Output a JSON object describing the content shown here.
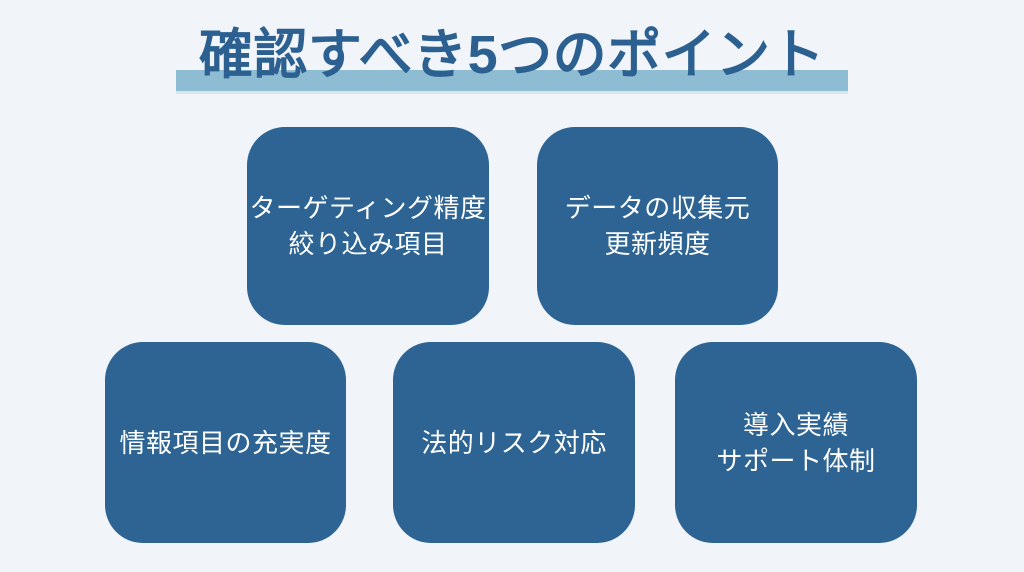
{
  "title": {
    "text": "確認すべき5つのポイント"
  },
  "colors": {
    "background": "#f1f5f9",
    "card_fill": "#2d6493",
    "card_text": "#ffffff",
    "title_text": "#2c6090",
    "highlight_bar": "#8dbcd3",
    "highlight_bar_edge": "#d9e6ee"
  },
  "cards": [
    {
      "id": "targeting-accuracy",
      "lines": [
        "ターゲティング精度",
        "絞り込み項目"
      ]
    },
    {
      "id": "data-source",
      "lines": [
        "データの収集元",
        "更新頻度"
      ]
    },
    {
      "id": "info-richness",
      "lines": [
        "情報項目の充実度"
      ]
    },
    {
      "id": "legal-risk",
      "lines": [
        "法的リスク対応"
      ]
    },
    {
      "id": "track-record",
      "lines": [
        "導入実績",
        "サポート体制"
      ]
    }
  ]
}
